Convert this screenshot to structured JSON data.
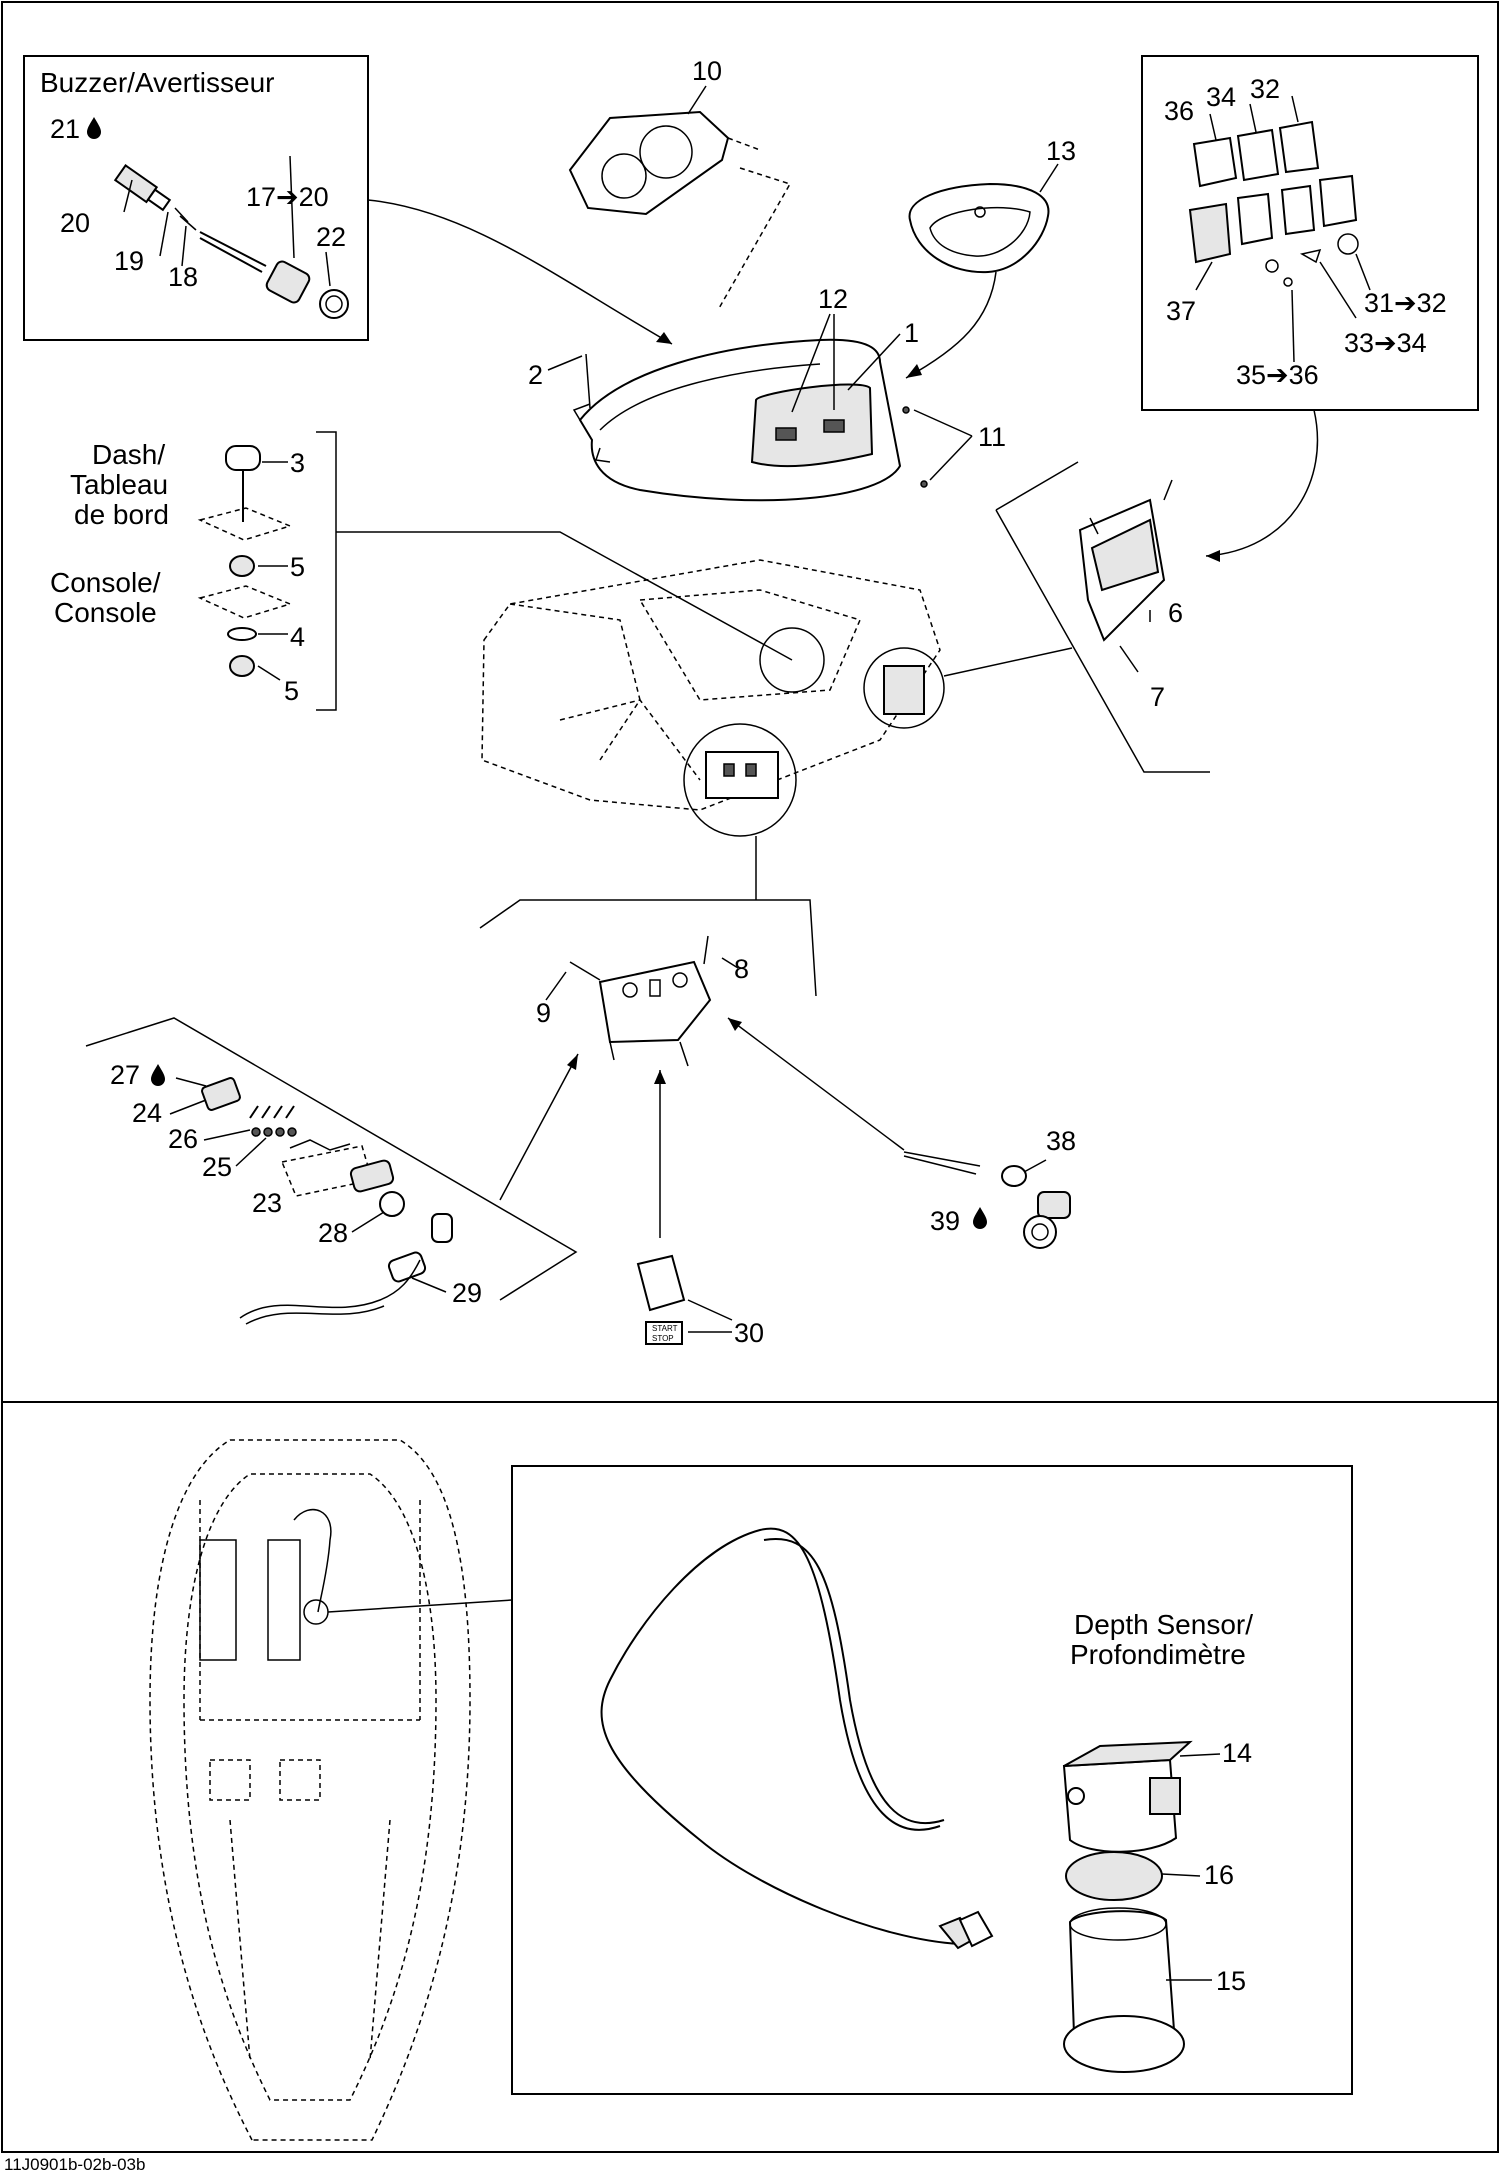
{
  "drawing_ref": "11J0901b-02b-03b",
  "captions": {
    "buzzer": "Buzzer/Avertisseur",
    "dash_1": "Dash/",
    "dash_2": "Tableau",
    "dash_3": "de bord",
    "console_1": "Console/",
    "console_2": "Console",
    "depth_1": "Depth Sensor/",
    "depth_2": "Profondimètre",
    "start_stop_1": "START",
    "start_stop_2": "STOP"
  },
  "part_labels": {
    "p1": "1",
    "p2": "2",
    "p3": "3",
    "p4": "4",
    "p5a": "5",
    "p5b": "5",
    "p6": "6",
    "p7": "7",
    "p8": "8",
    "p9": "9",
    "p10": "10",
    "p11": "11",
    "p12": "12",
    "p13": "13",
    "p14": "14",
    "p15": "15",
    "p16": "16",
    "p17": "17➔20",
    "p18": "18",
    "p19": "19",
    "p20": "20",
    "p21": "21",
    "p22": "22",
    "p23": "23",
    "p24": "24",
    "p25": "25",
    "p26": "26",
    "p27": "27",
    "p28": "28",
    "p29": "29",
    "p30": "30",
    "p31": "31➔32",
    "p32": "32",
    "p33": "33➔34",
    "p34": "34",
    "p35": "35➔36",
    "p36": "36",
    "p37": "37",
    "p38": "38",
    "p39": "39"
  },
  "icons": [
    "drop-icon"
  ]
}
